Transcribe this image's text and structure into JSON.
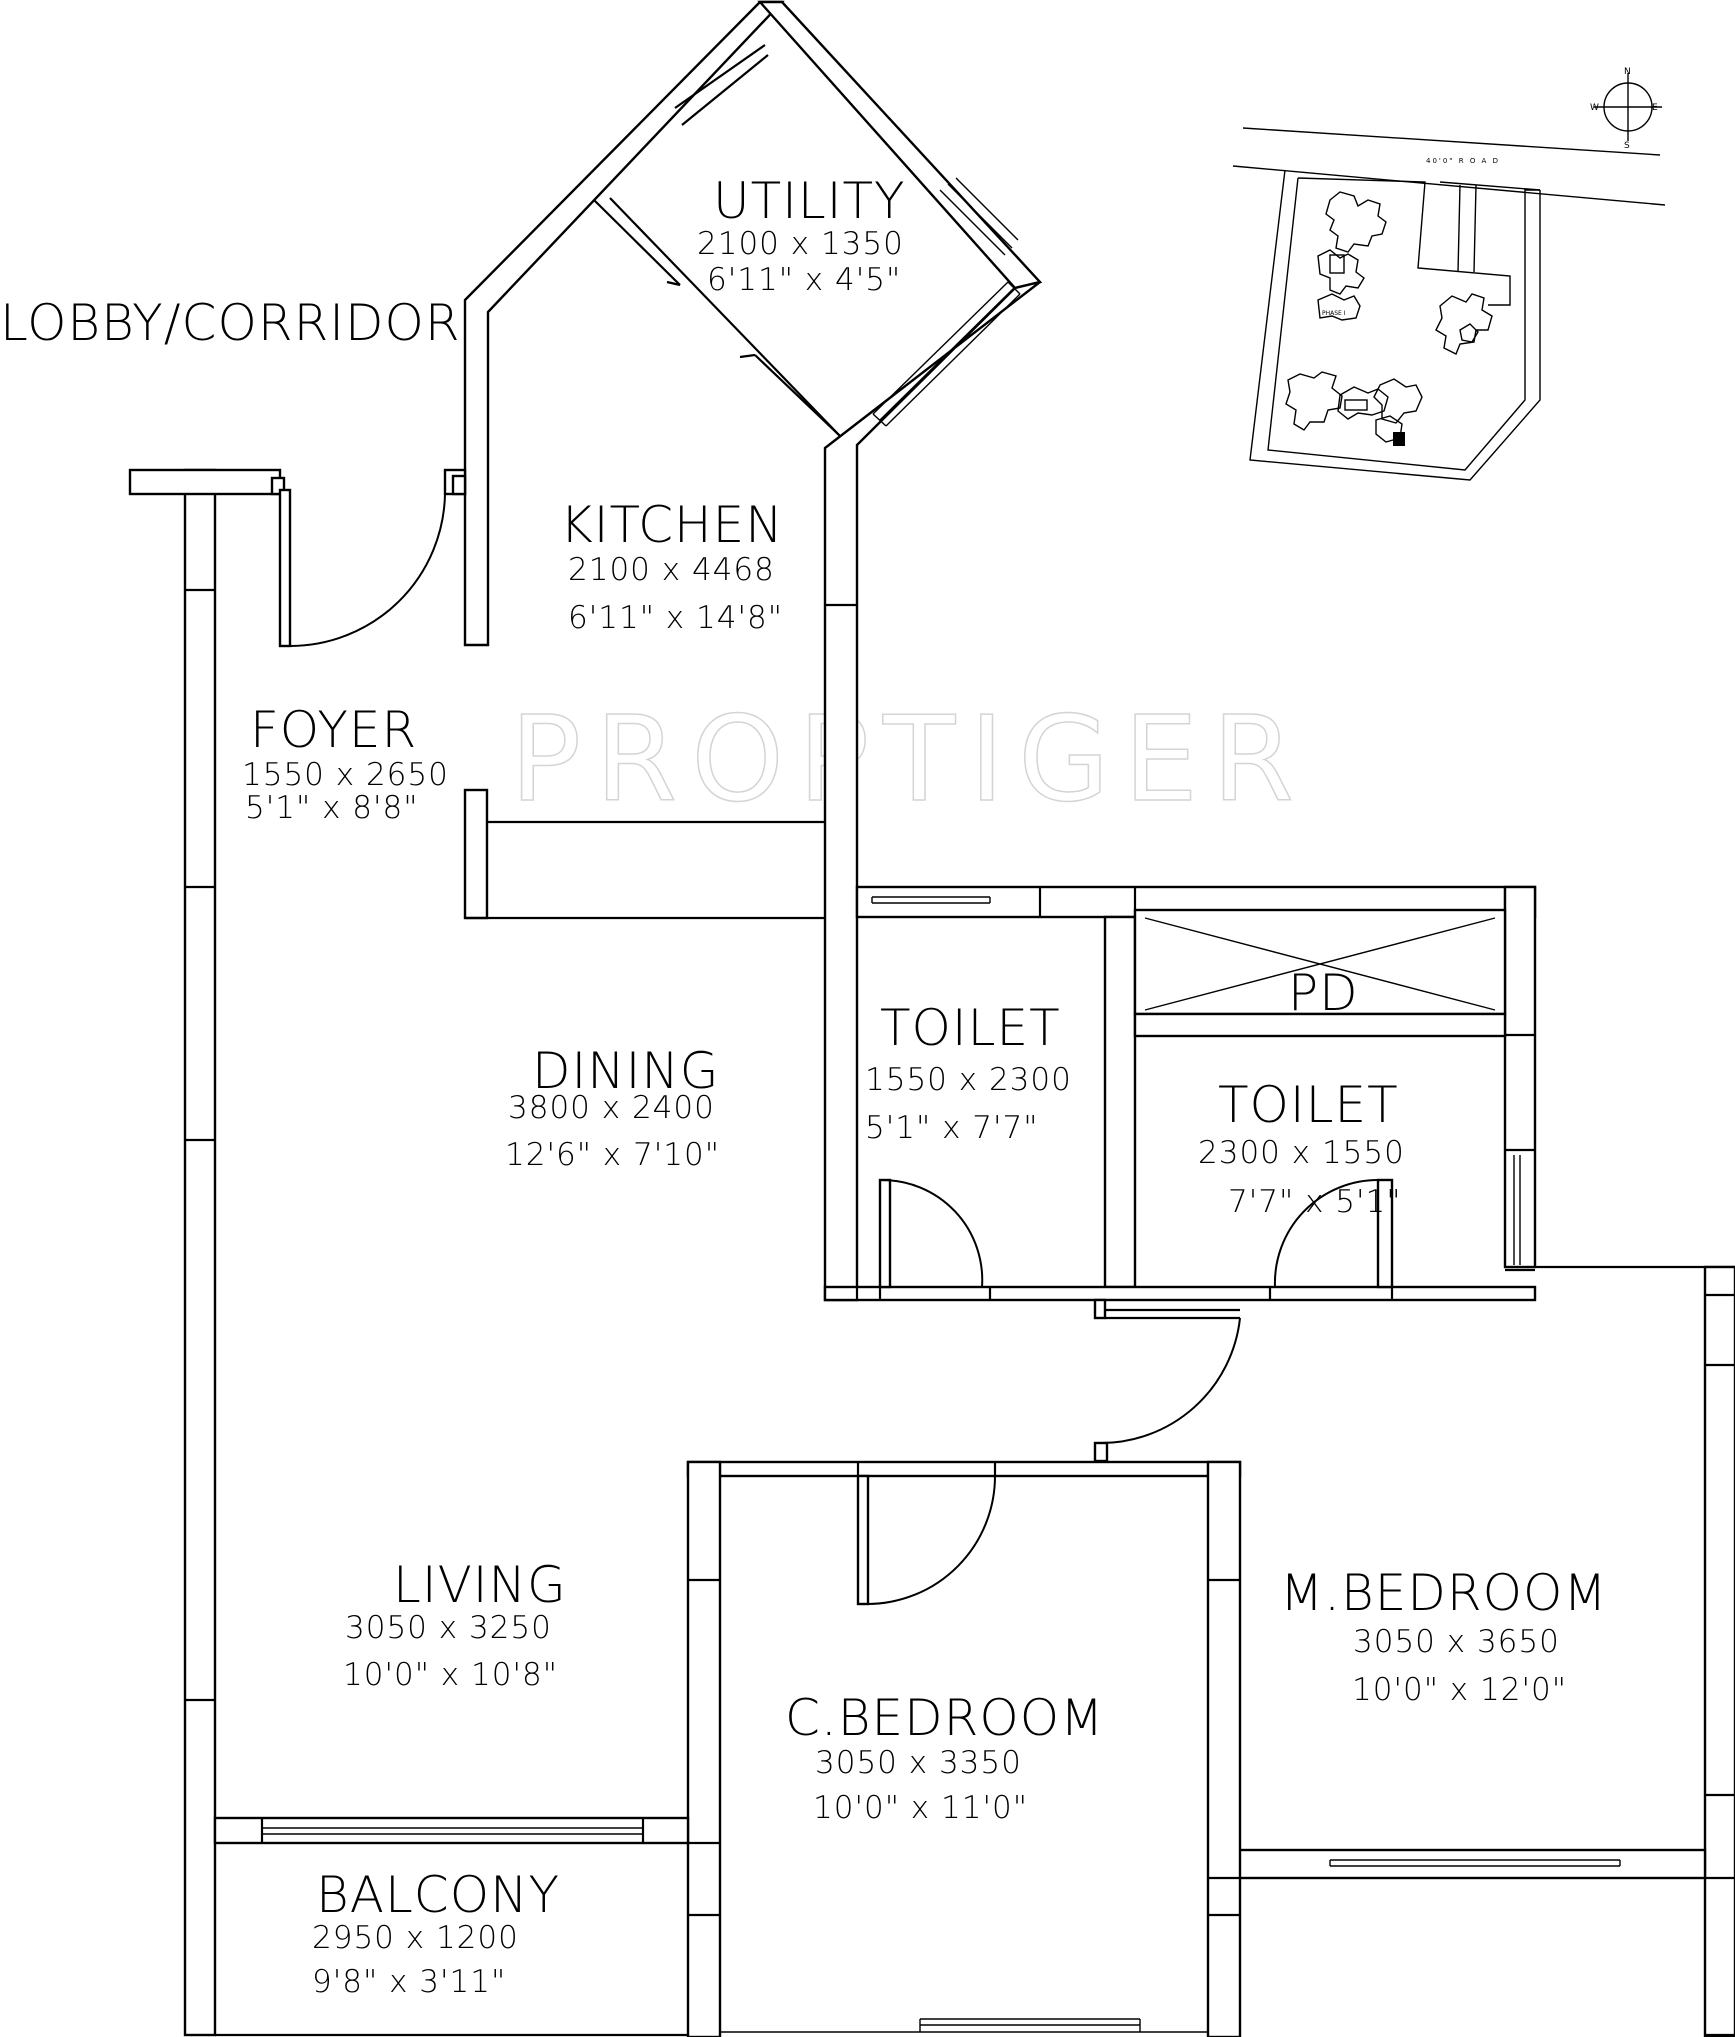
{
  "watermark": "PROPTIGER",
  "lobby_label": "LOBBY/CORRIDOR",
  "pd_label": "PD",
  "rooms": [
    {
      "id": "utility",
      "name": "UTILITY",
      "dim_mm": "2100  x  1350",
      "dim_ft": "6'11\"  x  4'5\""
    },
    {
      "id": "kitchen",
      "name": "KITCHEN",
      "dim_mm": "2100  x  4468",
      "dim_ft": "6'11\"  x  14'8\""
    },
    {
      "id": "foyer",
      "name": "FOYER",
      "dim_mm": "1550  x  2650",
      "dim_ft": "5'1\"  x  8'8\""
    },
    {
      "id": "dining",
      "name": "DINING",
      "dim_mm": "3800  x  2400",
      "dim_ft": "12'6\"  x  7'10\""
    },
    {
      "id": "toilet1",
      "name": "TOILET",
      "dim_mm": "1550  x  2300",
      "dim_ft": "5'1\"  x  7'7\""
    },
    {
      "id": "toilet2",
      "name": "TOILET",
      "dim_mm": "2300  x  1550",
      "dim_ft": "7'7\"  x  5'1\""
    },
    {
      "id": "living",
      "name": "LIVING",
      "dim_mm": "3050  x  3250",
      "dim_ft": "10'0\"  x  10'8\""
    },
    {
      "id": "mbedroom",
      "name": "M.BEDROOM",
      "dim_mm": "3050  x  3650",
      "dim_ft": "10'0\"  x  12'0\""
    },
    {
      "id": "cbedroom",
      "name": "C.BEDROOM",
      "dim_mm": "3050  x  3350",
      "dim_ft": "10'0\"  x  11'0\""
    },
    {
      "id": "balcony",
      "name": "BALCONY",
      "dim_mm": "2950  x  1200",
      "dim_ft": "9'8\"  x  3'11\""
    }
  ],
  "key_plan": {
    "compass": {
      "n": "N",
      "s": "S",
      "e": "E",
      "w": "W"
    },
    "road_label": "40'0\"  R O A D"
  }
}
